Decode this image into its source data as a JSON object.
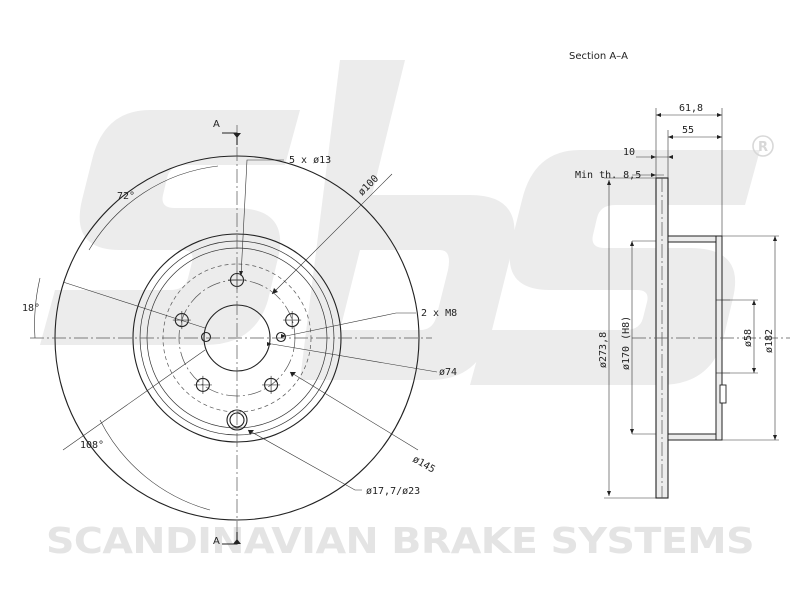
{
  "watermark": {
    "logo_letters": "sbs",
    "brand_text": "SCANDINAVIAN BRAKE SYSTEMS",
    "registered_mark": "R"
  },
  "front_view": {
    "section_marker_top": "A",
    "section_marker_bottom": "A",
    "labels": {
      "bolt_holes": "5 x ø13",
      "pcd": "ø100",
      "thread_holes": "2 x M8",
      "hub_bore": "ø74",
      "wheel_seat": "ø145",
      "vent_hole": "ø17,7/ø23",
      "angle_72": "72°",
      "angle_18": "18°",
      "angle_108": "108°"
    }
  },
  "section_view": {
    "title": "Section A–A",
    "labels": {
      "total_height": "61,8",
      "hat_height": "55",
      "disc_thickness": "10",
      "min_thickness": "Min th. 8,5",
      "outer_diameter": "ø273,8",
      "hub_diameter": "ø170 (H8)",
      "center_bore": "ø58",
      "hat_diameter": "ø182"
    }
  }
}
